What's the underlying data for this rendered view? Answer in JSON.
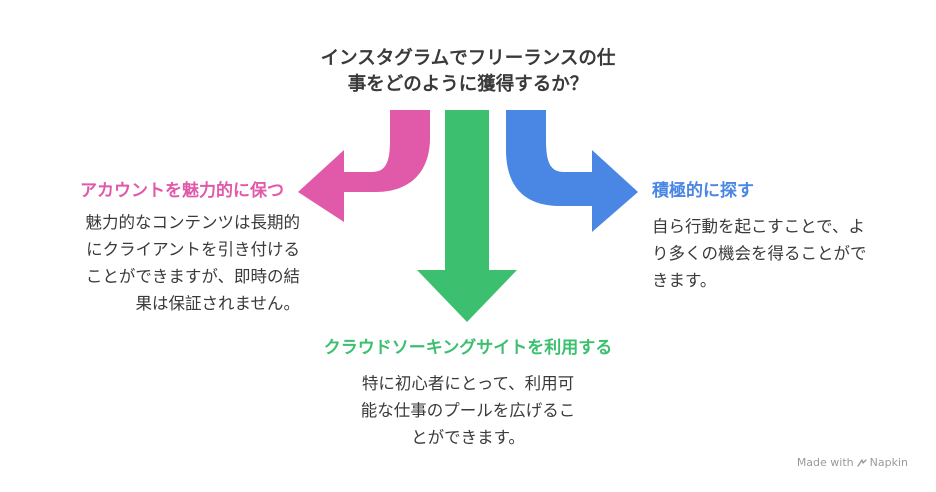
{
  "title": {
    "line1": "インスタグラムでフリーランスの仕",
    "line2": "事をどのように獲得するか？"
  },
  "branches": {
    "left": {
      "heading": "アカウントを魅力的に保つ",
      "desc_lines": [
        "魅力的なコンテンツは長期的",
        "にクライアントを引き付ける",
        "ことができますが、即時の結",
        "果は保証されません。"
      ],
      "color": "#e05aa9"
    },
    "right": {
      "heading": "積極的に探す",
      "desc_lines": [
        "自ら行動を起こすことで、よ",
        "り多くの機会を得ることがで",
        "きます。"
      ],
      "color": "#4a86e3"
    },
    "center": {
      "heading": "クラウドソーキングサイトを利用する",
      "desc_lines": [
        "特に初心者にとって、利用可",
        "能な仕事のプールを広げるこ",
        "とができます。"
      ],
      "color": "#3cc06f"
    }
  },
  "watermark": {
    "made_with": "Made with",
    "brand": "Napkin",
    "icon": "napkin-logo-icon"
  }
}
